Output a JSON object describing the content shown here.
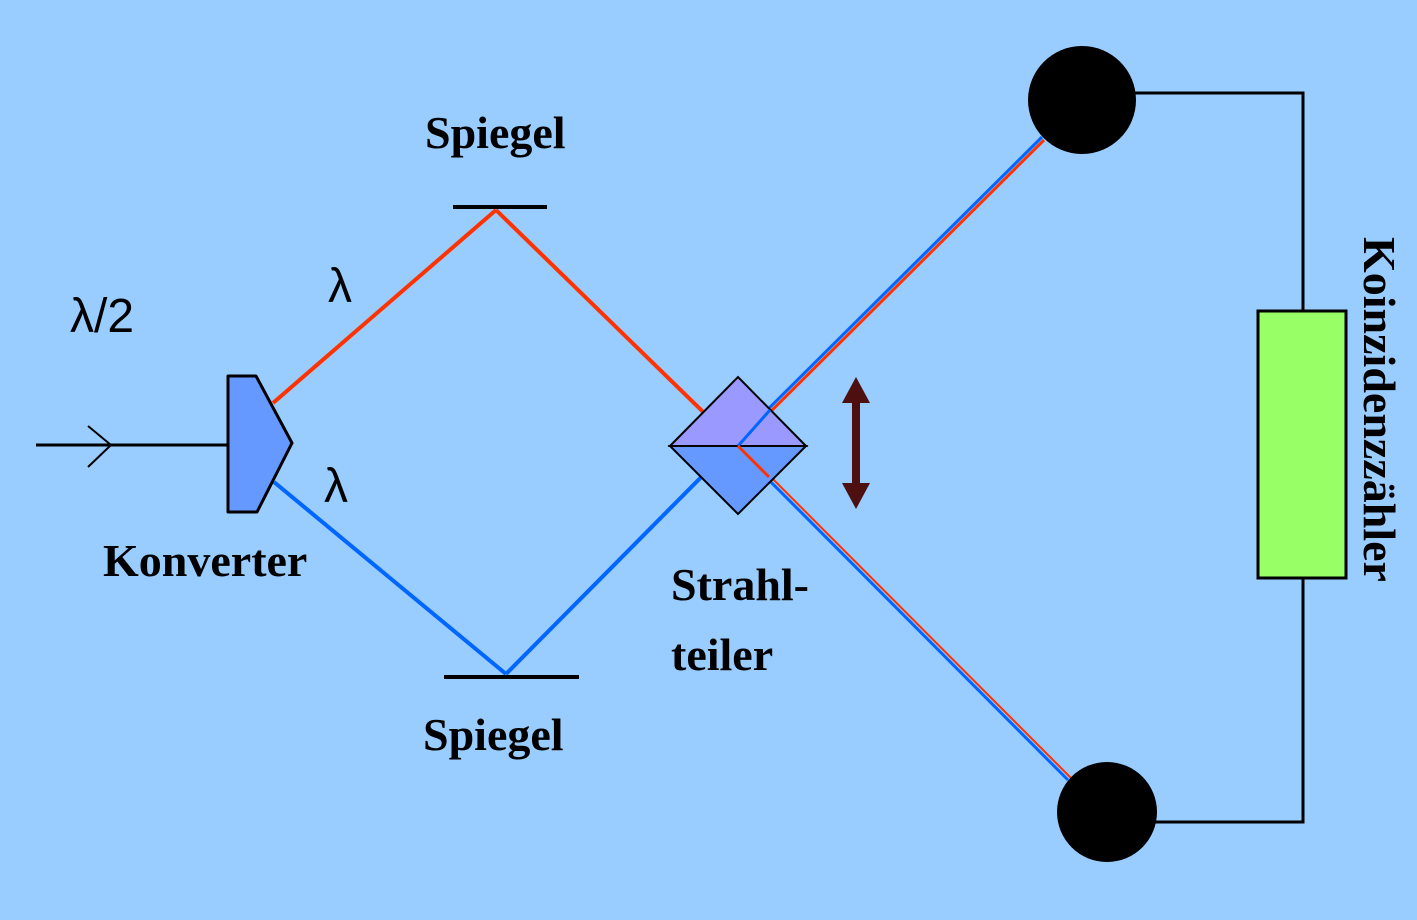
{
  "colors": {
    "background": "#99ccff",
    "beam_red": "#ff3300",
    "beam_blue": "#0066ff",
    "converter_fill": "#6699ff",
    "splitter_top_fill": "#9999ff",
    "splitter_bottom_fill": "#6699ff",
    "counter_fill": "#99ff66",
    "arrow_fill": "#4d0f0f",
    "outline": "#000000"
  },
  "labels": {
    "input_wavelength": "λ/2",
    "upper_wavelength": "λ",
    "lower_wavelength": "λ",
    "converter": "Konverter",
    "mirror_top": "Spiegel",
    "mirror_bottom": "Spiegel",
    "splitter_line1": "Strahl-",
    "splitter_line2": "teiler",
    "coincidence_counter": "Koinzidenzzähler"
  },
  "components": [
    {
      "id": "converter",
      "icon": "converter-prism-icon"
    },
    {
      "id": "mirror-top",
      "icon": "mirror-icon"
    },
    {
      "id": "mirror-bottom",
      "icon": "mirror-icon"
    },
    {
      "id": "beam-splitter",
      "icon": "beam-splitter-cube-icon"
    },
    {
      "id": "detector-top",
      "icon": "detector-icon"
    },
    {
      "id": "detector-bottom",
      "icon": "detector-icon"
    },
    {
      "id": "coincidence-counter",
      "icon": "counter-box-icon"
    },
    {
      "id": "translation-arrow",
      "icon": "double-arrow-icon"
    }
  ]
}
